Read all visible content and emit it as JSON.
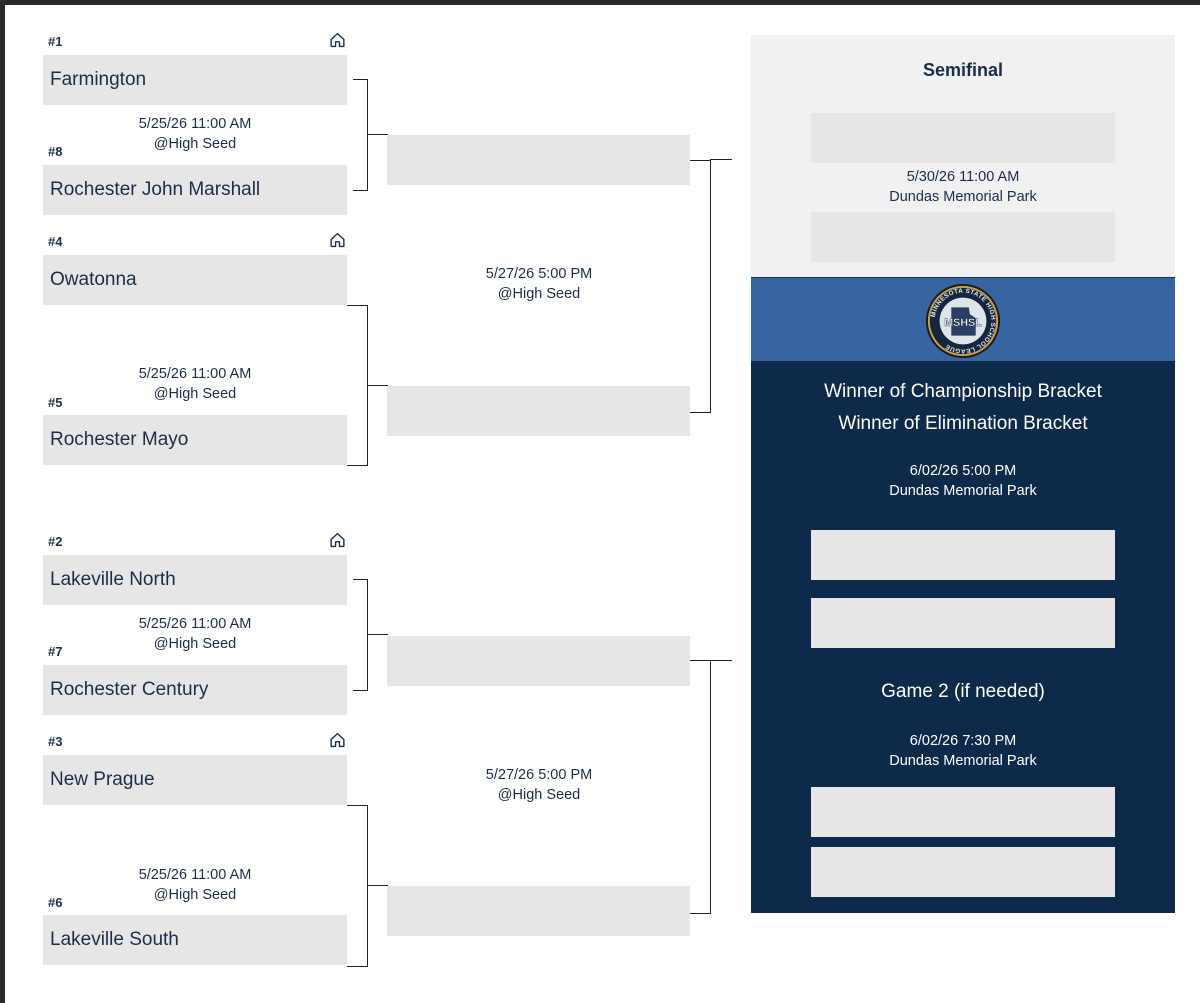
{
  "bracket": {
    "first_round": [
      {
        "top": {
          "seed": "#1",
          "team": "Farmington",
          "home": true
        },
        "bottom": {
          "seed": "#8",
          "team": "Rochester John Marshall"
        },
        "date": "5/25/26 11:00 AM",
        "location": "@High Seed"
      },
      {
        "top": {
          "seed": "#4",
          "team": "Owatonna",
          "home": true
        },
        "bottom": {
          "seed": "#5",
          "team": "Rochester Mayo"
        },
        "date": "5/25/26 11:00 AM",
        "location": "@High Seed"
      },
      {
        "top": {
          "seed": "#2",
          "team": "Lakeville North",
          "home": true
        },
        "bottom": {
          "seed": "#7",
          "team": "Rochester Century"
        },
        "date": "5/25/26 11:00 AM",
        "location": "@High Seed"
      },
      {
        "top": {
          "seed": "#3",
          "team": "New Prague",
          "home": true
        },
        "bottom": {
          "seed": "#6",
          "team": "Lakeville South"
        },
        "date": "5/25/26 11:00 AM",
        "location": "@High Seed"
      }
    ],
    "second_round": [
      {
        "date": "5/27/26 5:00 PM",
        "location": "@High Seed"
      },
      {
        "date": "5/27/26 5:00 PM",
        "location": "@High Seed"
      }
    ]
  },
  "semifinal": {
    "title": "Semifinal",
    "date": "5/30/26 11:00 AM",
    "location": "Dundas Memorial Park"
  },
  "championship": {
    "logo_text": "MSHSL",
    "logo_ring_text": "MINNESOTA STATE HIGH SCHOOL LEAGUE",
    "winner_championship": "Winner of Championship Bracket",
    "winner_elimination": "Winner of Elimination Bracket",
    "game1": {
      "date": "6/02/26 5:00 PM",
      "location": "Dundas Memorial Park"
    },
    "game2": {
      "title": "Game 2 (if needed)",
      "date": "6/02/26 7:30 PM",
      "location": "Dundas Memorial Park"
    }
  },
  "colors": {
    "team_box": "#e6e6e6",
    "semifinal_panel": "#f1f1f1",
    "championship_band": "#3765a2",
    "championship_panel": "#0e2a4a",
    "text": "#1b2d48"
  },
  "icons": {
    "home": "home-icon",
    "logo": "mshsl-logo-icon"
  }
}
